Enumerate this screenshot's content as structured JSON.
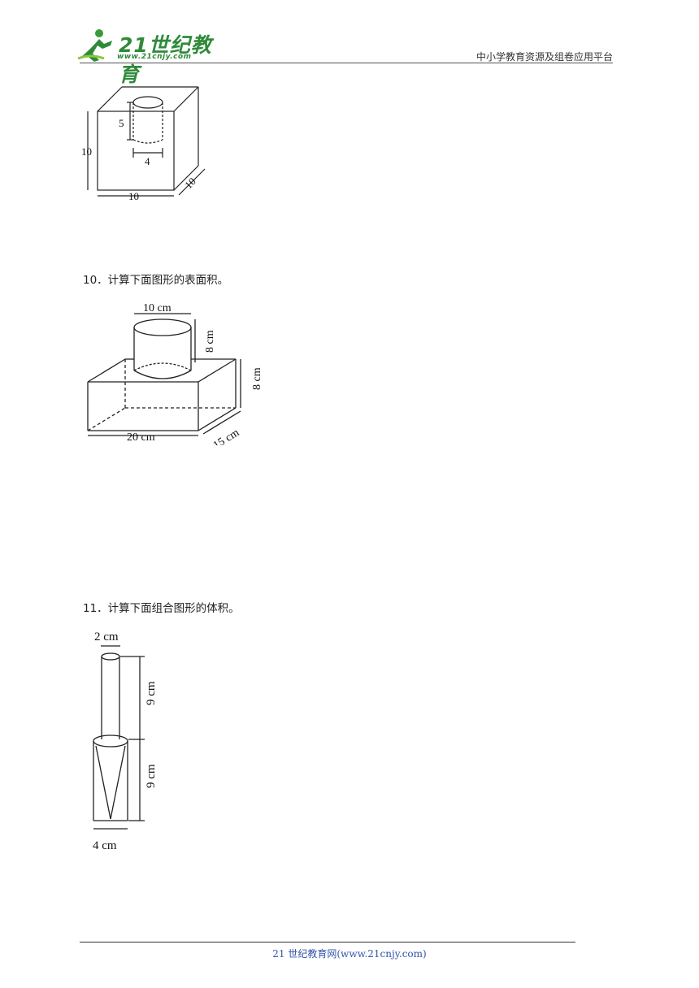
{
  "header": {
    "logo_text": "21世纪教育",
    "logo_url": "www.21cnjy.com",
    "platform": "中小学教育资源及组卷应用平台"
  },
  "figure_cube": {
    "hole_depth": "5",
    "hole_diameter": "4",
    "height": "10",
    "width": "10",
    "depth": "10"
  },
  "question10": {
    "text": "10．计算下面图形的表面积。",
    "figure": {
      "cyl_diameter": "10 cm",
      "cyl_height": "8 cm",
      "box_height": "8 cm",
      "box_width": "20 cm",
      "box_depth": "15 cm"
    }
  },
  "question11": {
    "text": "11．计算下面组合图形的体积。",
    "figure": {
      "top_diameter": "2 cm",
      "top_height": "9 cm",
      "bottom_height": "9 cm",
      "bottom_diameter": "4 cm"
    }
  },
  "footer": {
    "text": "21 世纪教育网(www.21cnjy.com)"
  }
}
